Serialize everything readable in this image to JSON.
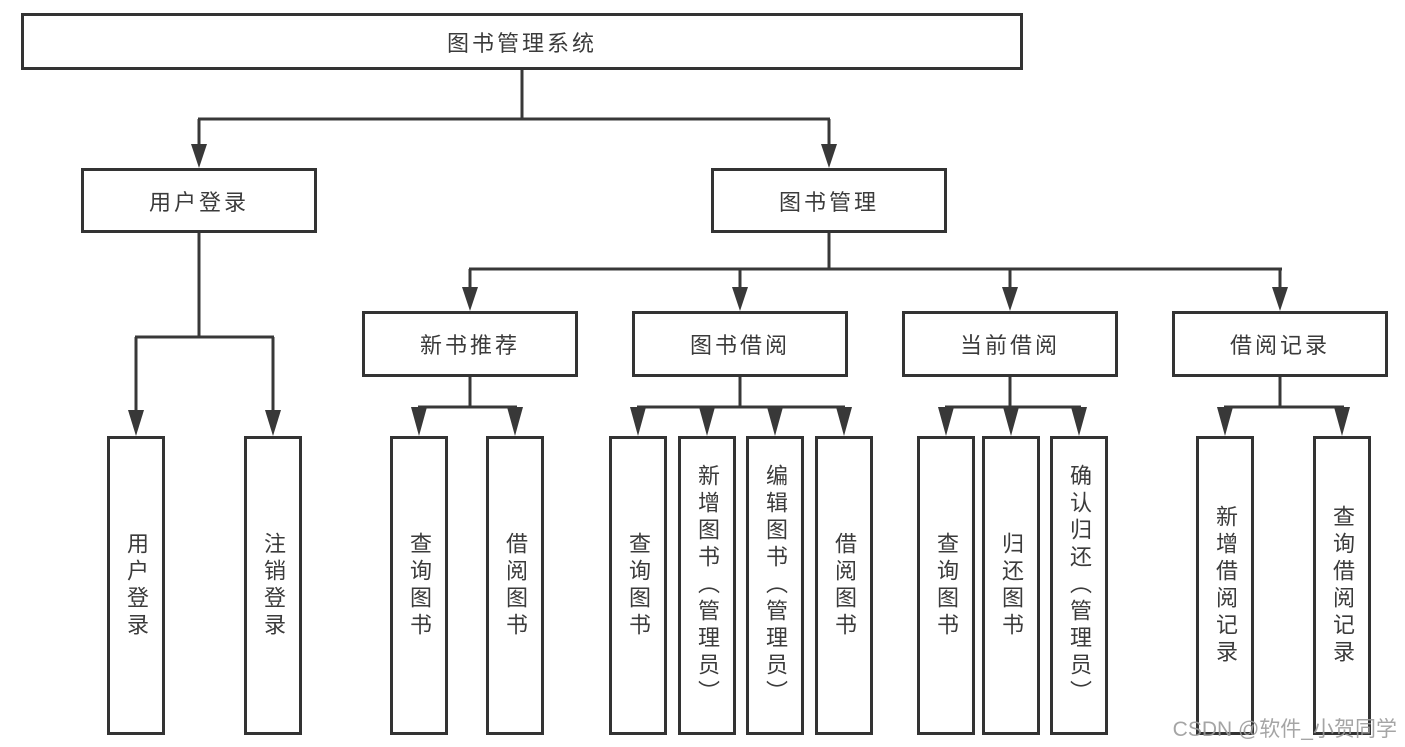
{
  "diagram": {
    "root": "图书管理系统",
    "level2": [
      "用户登录",
      "图书管理"
    ],
    "level3": [
      "新书推荐",
      "图书借阅",
      "当前借阅",
      "借阅记录"
    ],
    "leaves": {
      "user_login": [
        "用户登录",
        "注销登录"
      ],
      "new_book": [
        "查询图书",
        "借阅图书"
      ],
      "book_borrow": [
        "查询图书",
        "新增图书（管理员）",
        "编辑图书（管理员）",
        "借阅图书"
      ],
      "current_borrow": [
        "查询图书",
        "归还图书",
        "确认归还（管理员）"
      ],
      "borrow_record": [
        "新增借阅记录",
        "查询借阅记录"
      ]
    }
  },
  "watermark": "CSDN @软件_小贺同学",
  "colors": {
    "line": "#383838",
    "box_border": "#333333",
    "text": "#3b3b3b",
    "watermark": "#9c9c9c",
    "background": "#ffffff"
  }
}
